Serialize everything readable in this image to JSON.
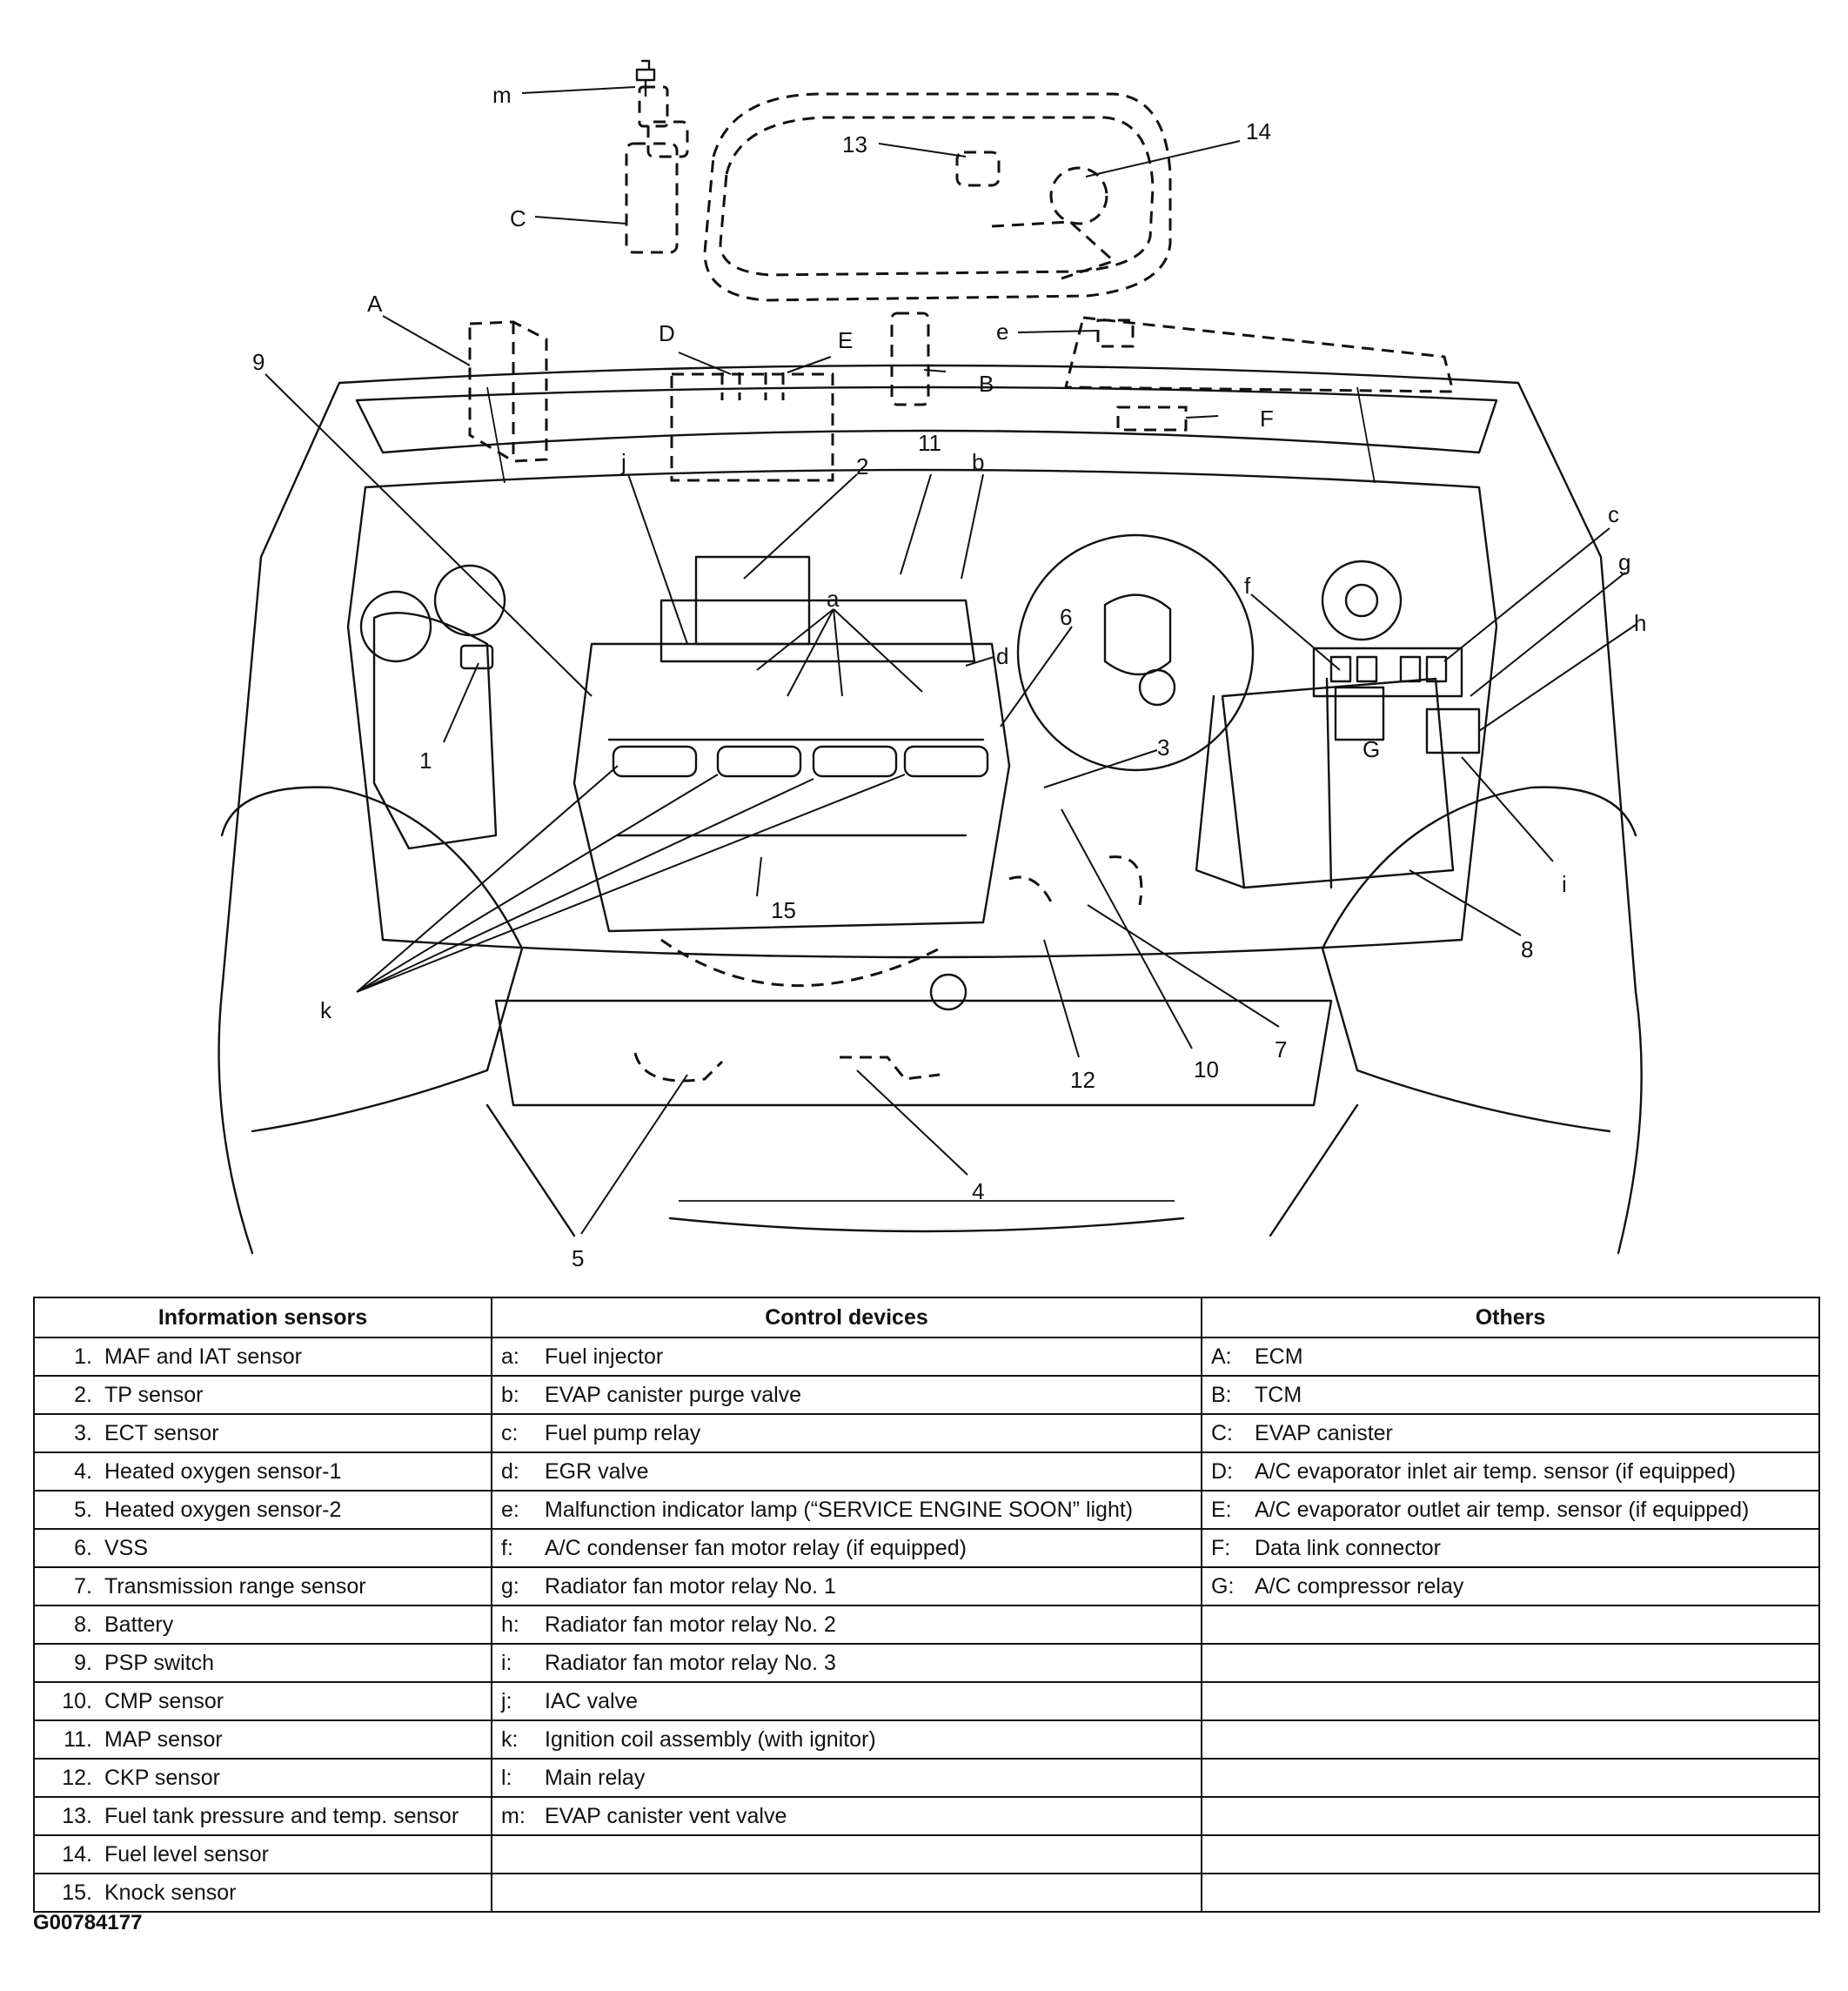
{
  "figure_id": "G00784177",
  "callouts": {
    "m": "m",
    "C": "C",
    "A": "A",
    "D": "D",
    "E": "E",
    "B": "B",
    "e": "e",
    "F": "F",
    "n13": "13",
    "n14": "14",
    "n9": "9",
    "j": "j",
    "n2": "2",
    "n11": "11",
    "b": "b",
    "c": "c",
    "g": "g",
    "h": "h",
    "f": "f",
    "a": "a",
    "n6": "6",
    "d": "d",
    "n1": "1",
    "n3": "3",
    "G": "G",
    "i": "i",
    "n15": "15",
    "n8": "8",
    "k": "k",
    "n12": "12",
    "n10": "10",
    "n7": "7",
    "n4": "4",
    "n5": "5"
  },
  "table": {
    "headers": [
      "Information sensors",
      "Control devices",
      "Others"
    ],
    "information_sensors": [
      {
        "key": "1.",
        "label": "MAF and IAT sensor"
      },
      {
        "key": "2.",
        "label": "TP sensor"
      },
      {
        "key": "3.",
        "label": "ECT sensor"
      },
      {
        "key": "4.",
        "label": "Heated oxygen sensor-1"
      },
      {
        "key": "5.",
        "label": "Heated oxygen sensor-2"
      },
      {
        "key": "6.",
        "label": "VSS"
      },
      {
        "key": "7.",
        "label": "Transmission range sensor"
      },
      {
        "key": "8.",
        "label": "Battery"
      },
      {
        "key": "9.",
        "label": "PSP switch"
      },
      {
        "key": "10.",
        "label": "CMP sensor"
      },
      {
        "key": "11.",
        "label": "MAP sensor"
      },
      {
        "key": "12.",
        "label": "CKP sensor"
      },
      {
        "key": "13.",
        "label": "Fuel tank pressure and temp. sensor"
      },
      {
        "key": "14.",
        "label": "Fuel level sensor"
      },
      {
        "key": "15.",
        "label": "Knock sensor"
      }
    ],
    "control_devices": [
      {
        "key": "a:",
        "label": "Fuel injector"
      },
      {
        "key": "b:",
        "label": "EVAP canister purge valve"
      },
      {
        "key": "c:",
        "label": "Fuel pump relay"
      },
      {
        "key": "d:",
        "label": "EGR valve"
      },
      {
        "key": "e:",
        "label": "Malfunction indicator lamp (“SERVICE ENGINE SOON” light)"
      },
      {
        "key": "f:",
        "label": "A/C condenser fan motor relay (if equipped)"
      },
      {
        "key": "g:",
        "label": "Radiator fan motor relay No. 1"
      },
      {
        "key": "h:",
        "label": "Radiator fan motor relay No. 2"
      },
      {
        "key": "i:",
        "label": "Radiator fan motor relay No. 3"
      },
      {
        "key": "j:",
        "label": "IAC valve"
      },
      {
        "key": "k:",
        "label": "Ignition coil assembly (with ignitor)"
      },
      {
        "key": "l:",
        "label": "Main relay"
      },
      {
        "key": "m:",
        "label": "EVAP canister vent valve"
      }
    ],
    "others": [
      {
        "key": "A:",
        "label": "ECM"
      },
      {
        "key": "B:",
        "label": "TCM"
      },
      {
        "key": "C:",
        "label": "EVAP canister"
      },
      {
        "key": "D:",
        "label": "A/C evaporator inlet air temp. sensor (if equipped)"
      },
      {
        "key": "E:",
        "label": "A/C evaporator outlet air temp. sensor (if equipped)"
      },
      {
        "key": "F:",
        "label": "Data link connector"
      },
      {
        "key": "G:",
        "label": "A/C compressor relay"
      }
    ]
  }
}
